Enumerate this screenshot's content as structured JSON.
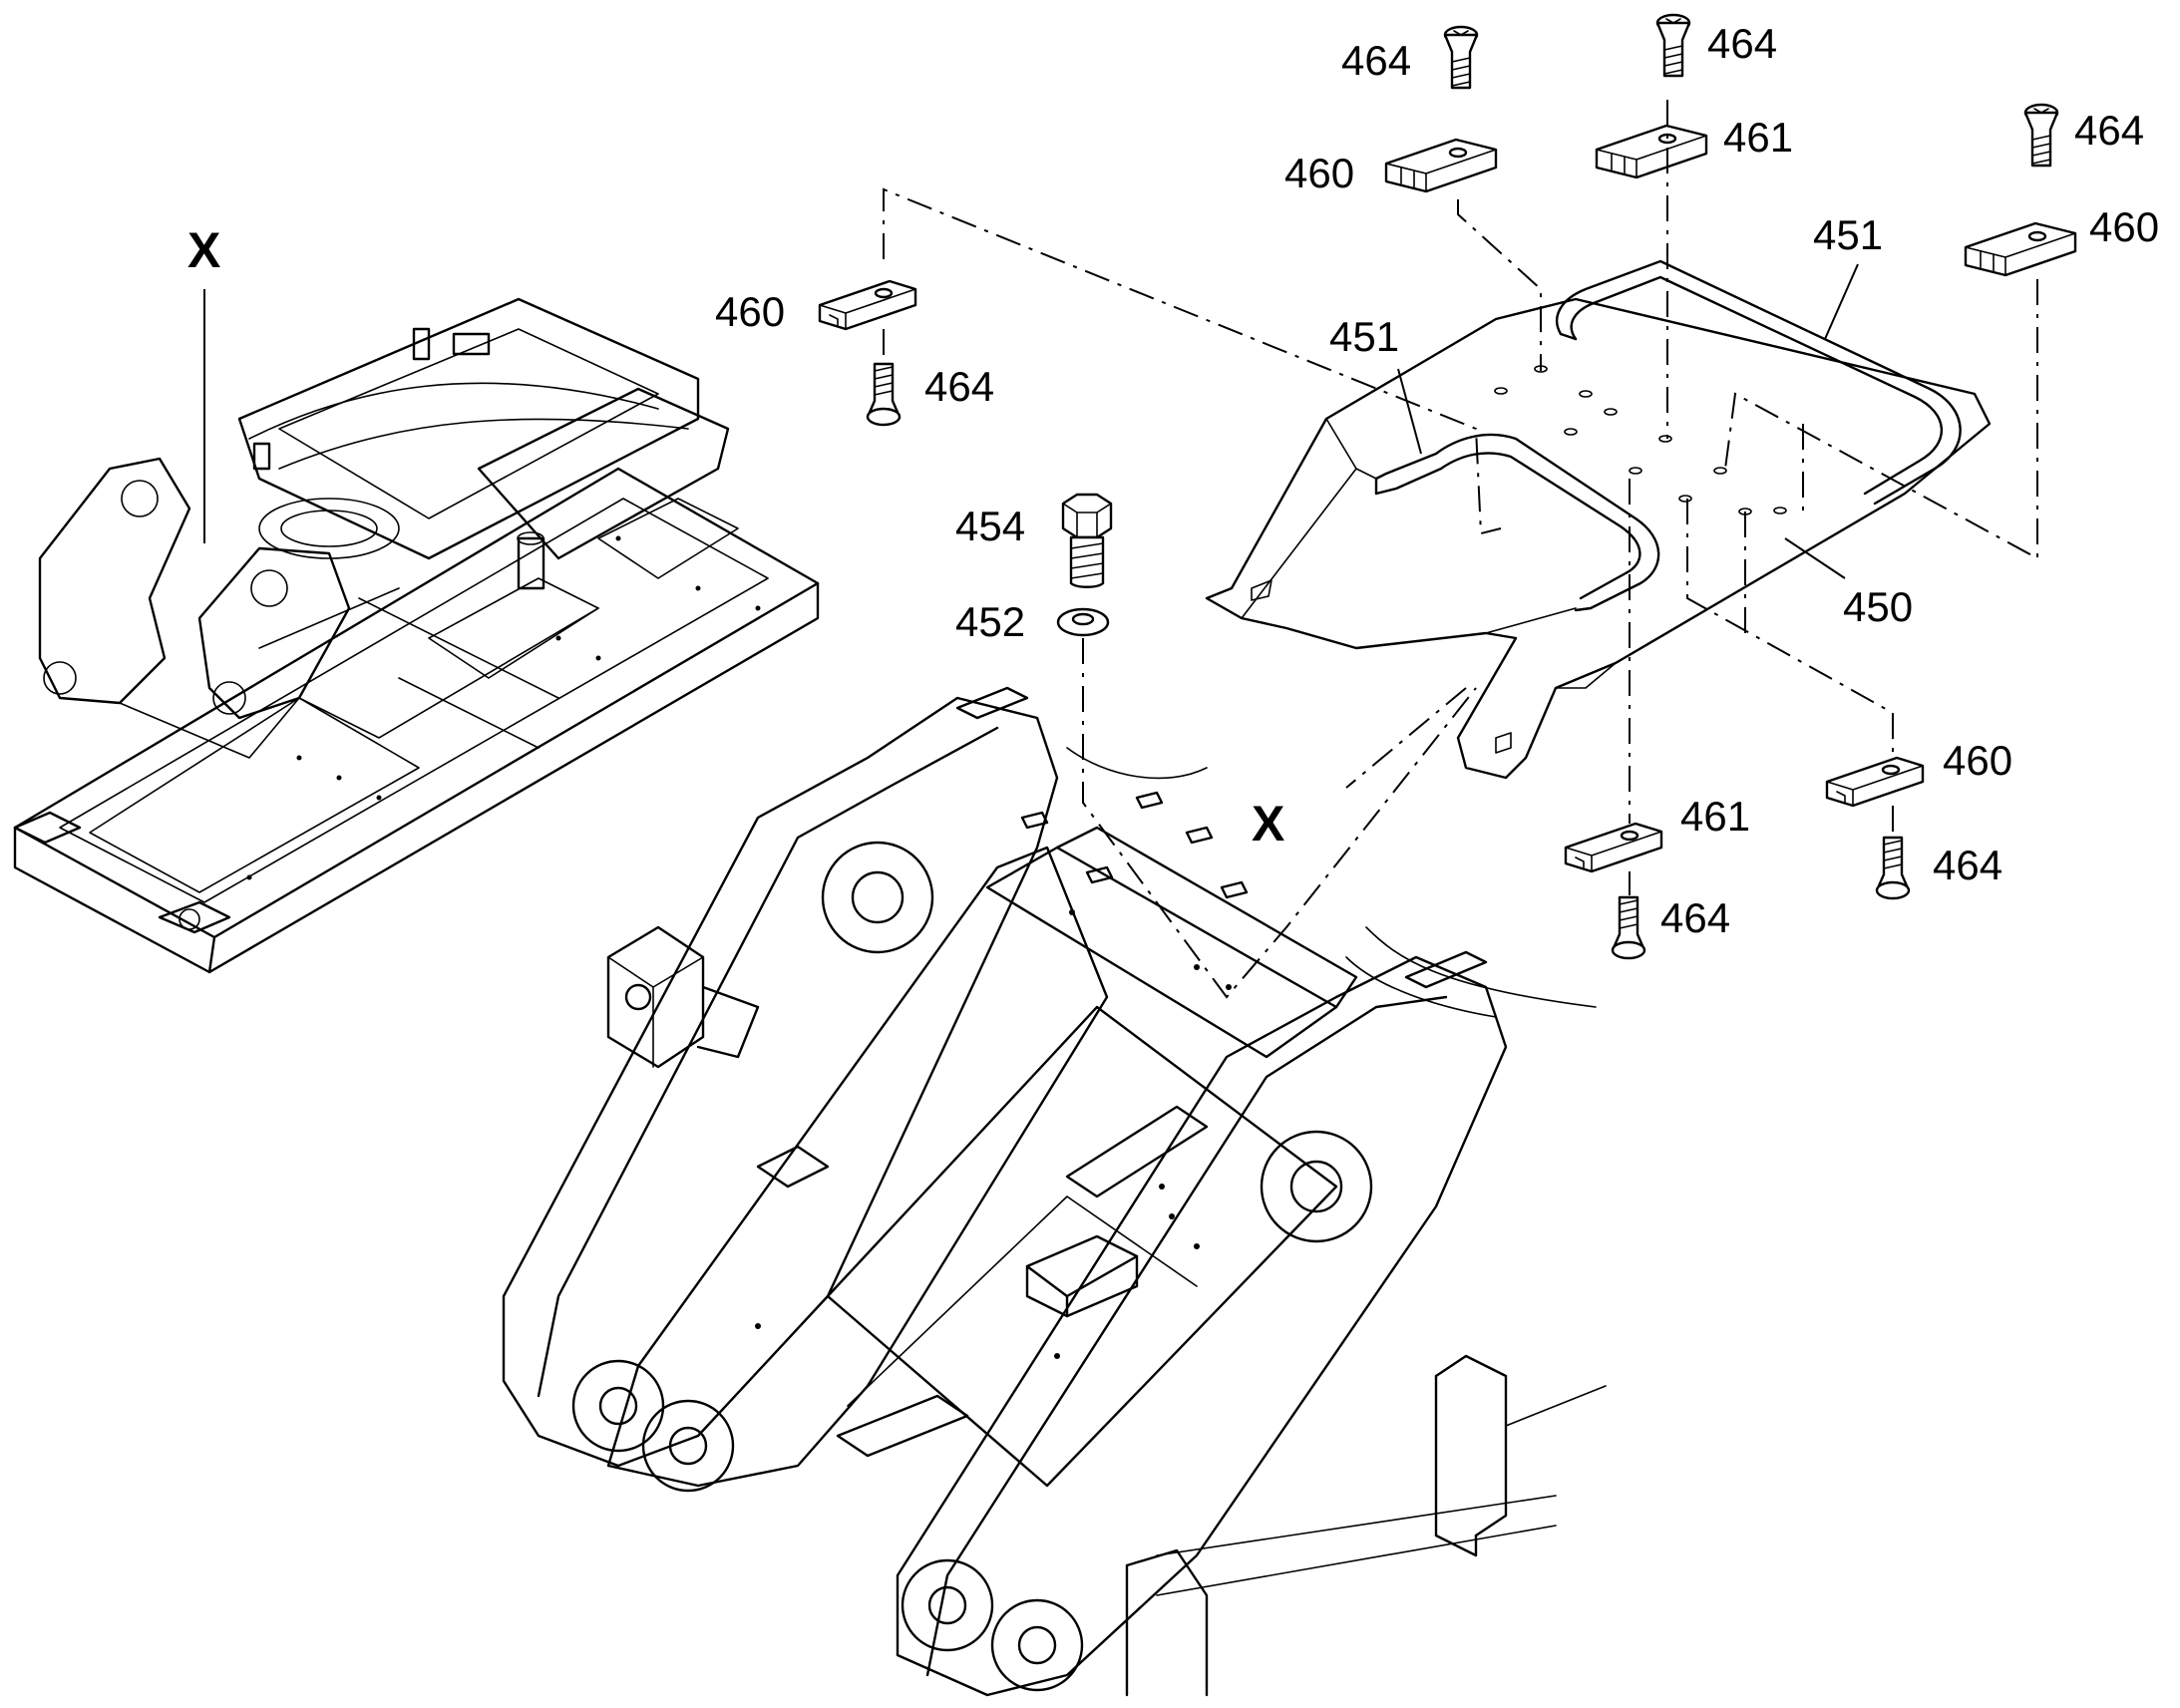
{
  "view_markers": {
    "overview": "X",
    "detail": "X"
  },
  "callouts": {
    "c450": "450",
    "c451_left": "451",
    "c451_right": "451",
    "c452": "452",
    "c454": "454",
    "c460_a": "460",
    "c460_b": "460",
    "c460_c": "460",
    "c460_d": "460",
    "c461_a": "461",
    "c461_b": "461",
    "c464_a": "464",
    "c464_b": "464",
    "c464_c": "464",
    "c464_d": "464",
    "c464_e": "464",
    "c464_f": "464"
  }
}
